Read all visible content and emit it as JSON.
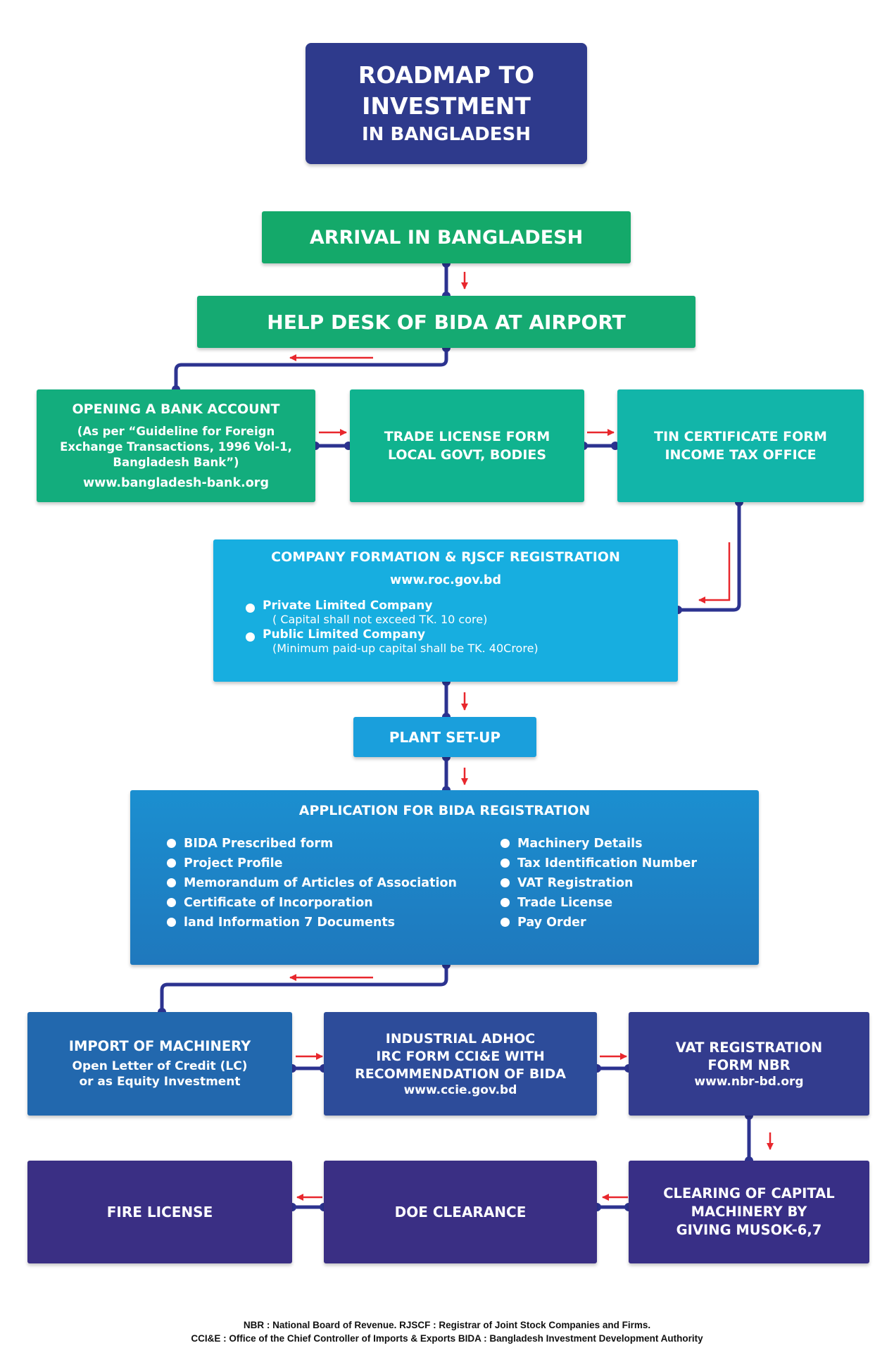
{
  "title": {
    "line1": "ROADMAP TO",
    "line2": "INVESTMENT",
    "line3": "IN BANGLADESH"
  },
  "steps": {
    "arrival": "ARRIVAL IN BANGLADESH",
    "helpdesk": "HELP DESK OF BIDA AT AIRPORT",
    "bank": {
      "title": "OPENING A BANK ACCOUNT",
      "note": "(As per “Guideline for Foreign Exchange Transactions, 1996 Vol-1, Bangladesh Bank”)",
      "url": "www.bangladesh-bank.org"
    },
    "trade": {
      "line1": "TRADE LICENSE FORM",
      "line2": "LOCAL GOVT, BODIES"
    },
    "tin": {
      "line1": "TIN CERTIFICATE FORM",
      "line2": "INCOME TAX OFFICE"
    },
    "company": {
      "title": "COMPANY FORMATION & RJSCF REGISTRATION",
      "url": "www.roc.gov.bd",
      "items": [
        {
          "label": "Private Limited Company",
          "note": "( Capital shall not exceed TK. 10 core)"
        },
        {
          "label": "Public Limited Company",
          "note": "(Minimum paid-up capital shall be TK. 40Crore)"
        }
      ]
    },
    "plant": "PLANT SET-UP",
    "bida": {
      "title": "APPLICATION FOR BIDA REGISTRATION",
      "left": [
        "BIDA Prescribed form",
        "Project Profile",
        "Memorandum of Articles of Association",
        "Certificate of Incorporation",
        "land Information 7 Documents"
      ],
      "right": [
        "Machinery Details",
        "Tax Identification Number",
        "VAT Registration",
        "Trade License",
        "Pay Order"
      ]
    },
    "import": {
      "title": "IMPORT OF MACHINERY",
      "line1": "Open Letter of Credit (LC)",
      "line2": "or as Equity Investment"
    },
    "irc": {
      "line1": "INDUSTRIAL ADHOC",
      "line2": "IRC FORM CCI&E WITH",
      "line3": "RECOMMENDATION OF BIDA",
      "url": "www.ccie.gov.bd"
    },
    "vat": {
      "line1": "VAT REGISTRATION",
      "line2": "FORM NBR",
      "url": "www.nbr-bd.org"
    },
    "clearing": {
      "line1": "CLEARING OF CAPITAL",
      "line2": "MACHINERY BY",
      "line3": "GIVING MUSOK-6,7"
    },
    "doe": "DOE CLEARANCE",
    "fire": "FIRE LICENSE"
  },
  "footer": {
    "line1": "NBR : National Board of Revenue.  RJSCF : Registrar of Joint Stock Companies and Firms.",
    "line2": "CCI&E : Office of the Chief Controller of Imports & Exports    BIDA : Bangladesh Investment Development Authority"
  },
  "colors": {
    "title": "#2e3a8c",
    "green": "#14a96a",
    "teal1": "#0fb38f",
    "teal2": "#12b5a9",
    "cyan": "#17aee0",
    "blue": "#1d82c4",
    "blue2": "#2268ae",
    "indigo": "#2d4c9a",
    "navy": "#333c8e",
    "purple": "#3a2f84",
    "connector": "#2c3390",
    "arrow": "#e8272d"
  }
}
